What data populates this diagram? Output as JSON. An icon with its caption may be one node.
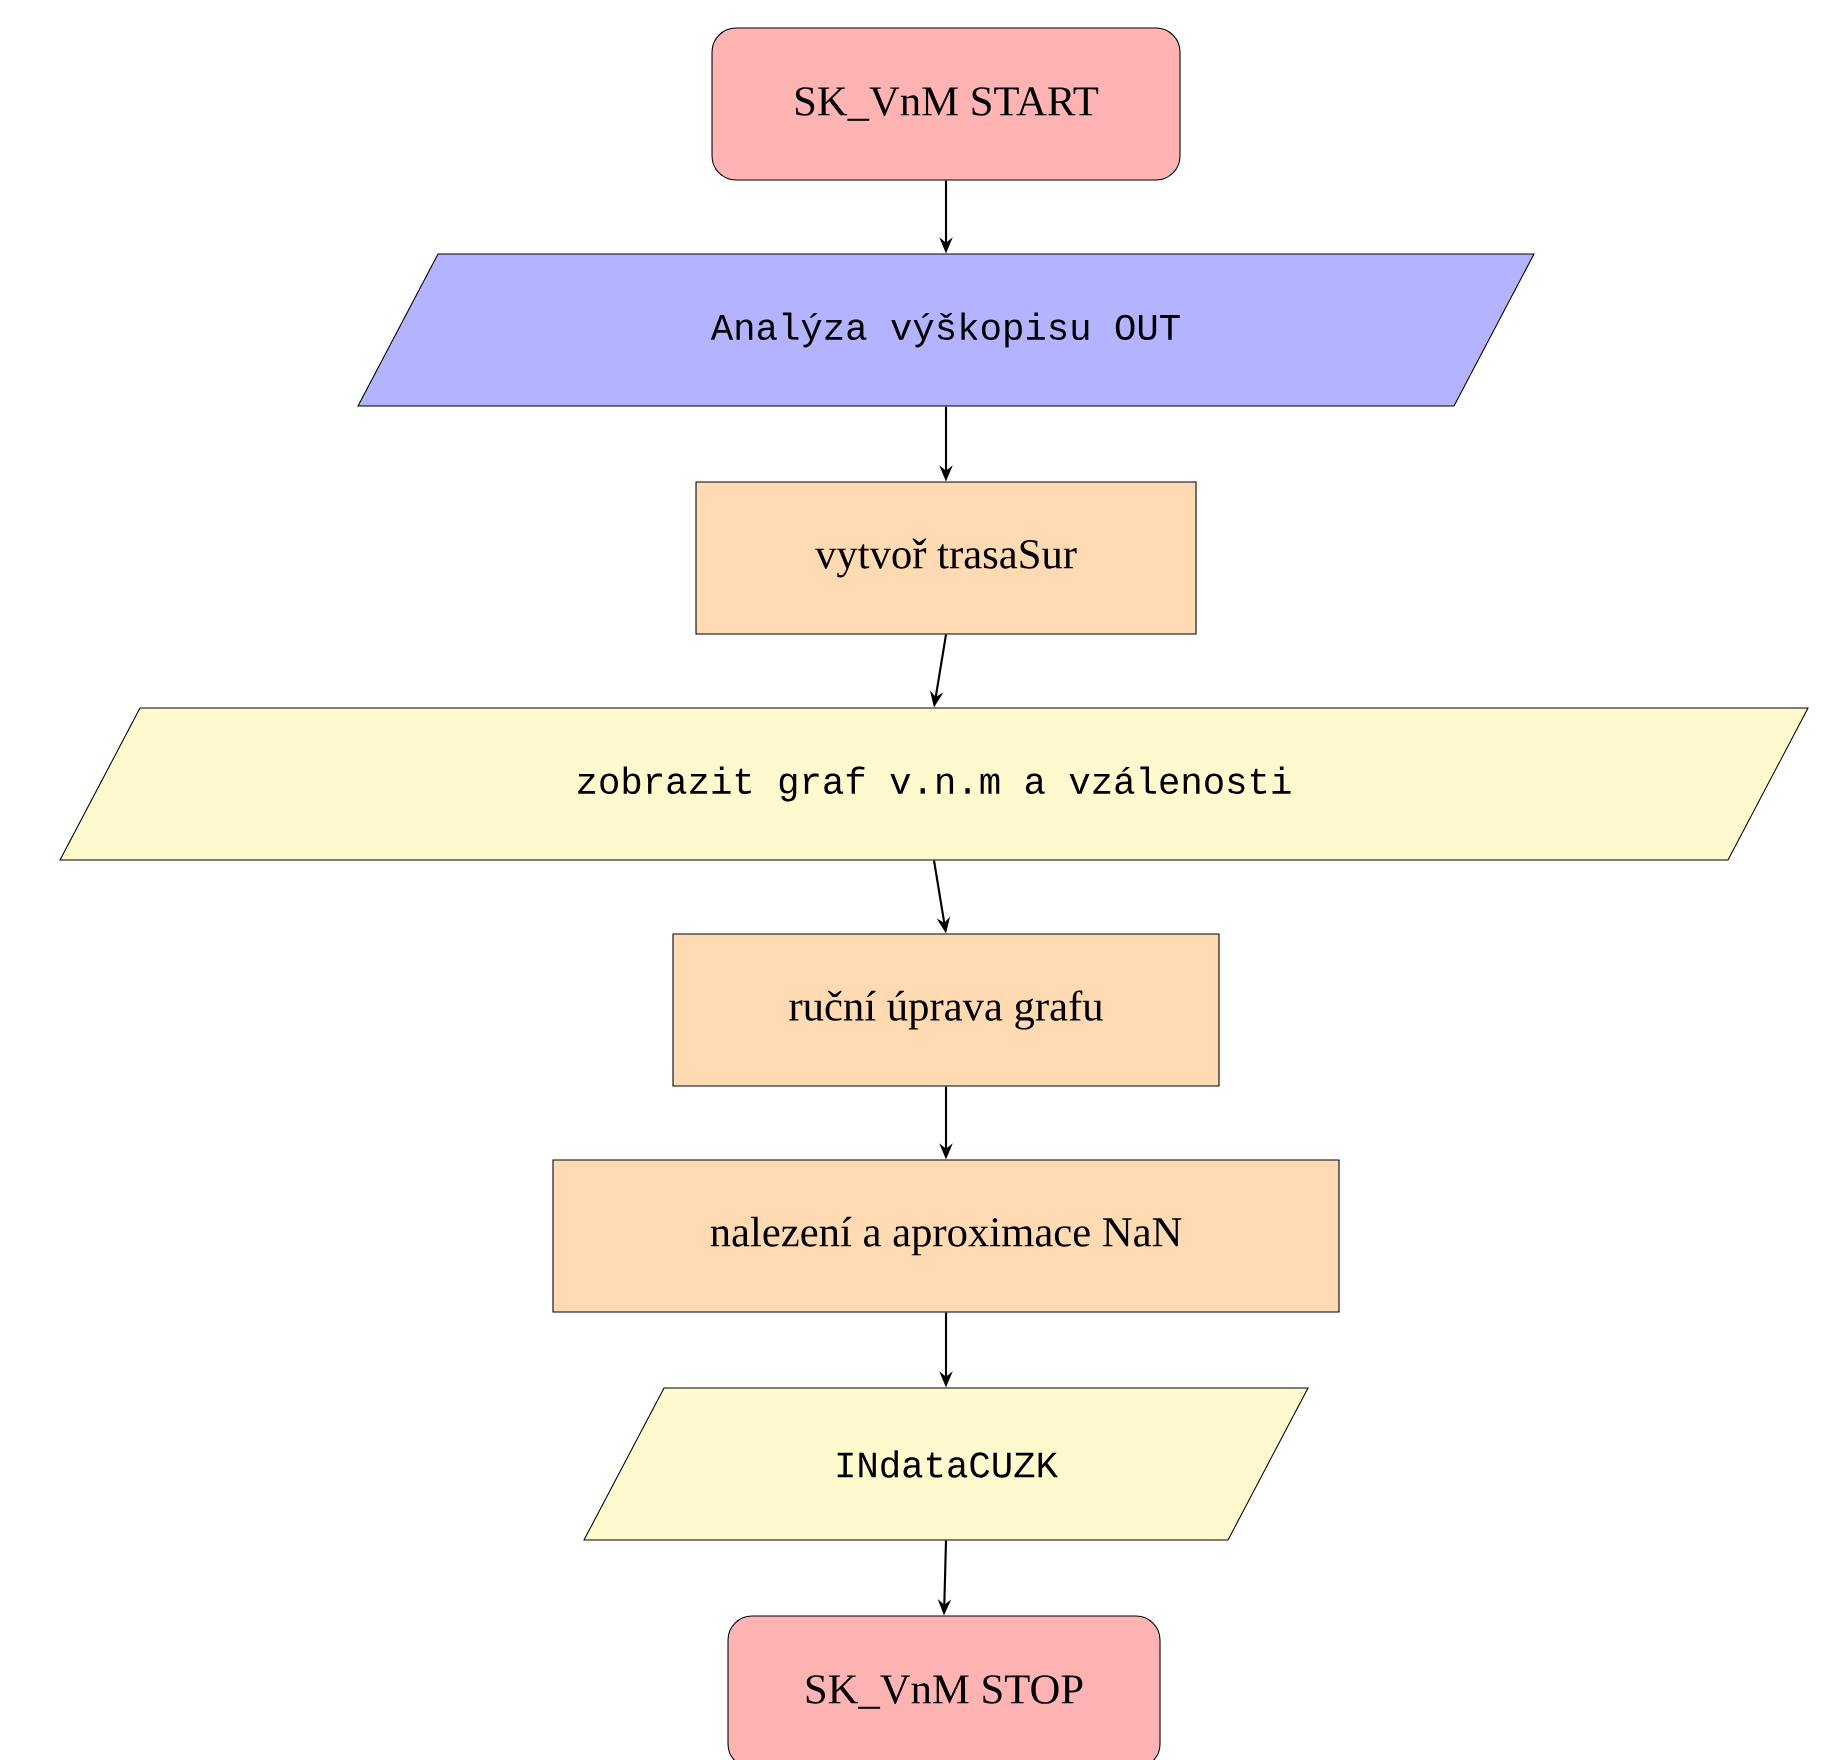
{
  "diagram": {
    "nodes": [
      {
        "text": [
          "SK_VnM START"
        ]
      },
      {
        "text": [
          "Analýza výškopisu OUT"
        ]
      },
      {
        "text": [
          "vytvoř trasaSur"
        ]
      },
      {
        "text": [
          "zobrazit graf v.n.m a vzálenosti"
        ]
      },
      {
        "text": [
          "ruční úprava grafu"
        ]
      },
      {
        "text": [
          "nalezení a aproximace NaN"
        ]
      },
      {
        "text": [
          "INdataCUZK"
        ]
      },
      {
        "text": [
          "SK_VnM STOP"
        ]
      }
    ],
    "edges": [
      {
        "from": 0,
        "to": 1,
        "arrow": "to"
      },
      {
        "from": 1,
        "to": 2,
        "arrow": "to"
      },
      {
        "from": 2,
        "to": 3,
        "arrow": "to"
      },
      {
        "from": 3,
        "to": 4,
        "arrow": "to"
      },
      {
        "from": 4,
        "to": 5,
        "arrow": "to"
      },
      {
        "from": 5,
        "to": 6,
        "arrow": "to"
      },
      {
        "from": 6,
        "to": 7,
        "arrow": "to"
      }
    ]
  }
}
